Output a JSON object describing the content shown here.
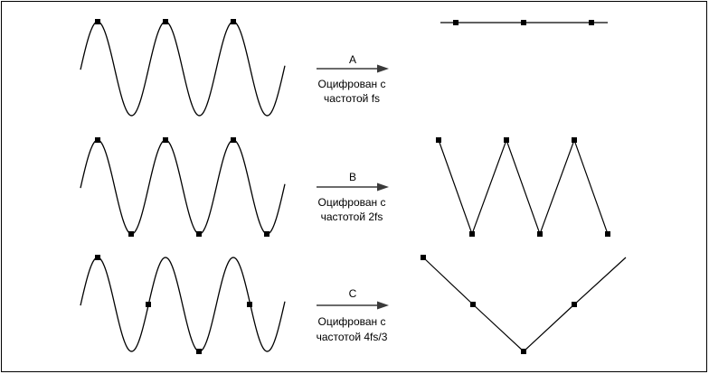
{
  "rows": [
    {
      "letter": "A",
      "line1": "Оцифрован с",
      "line2": "частотой fs"
    },
    {
      "letter": "B",
      "line1": "Оцифрован с",
      "line2": "частотой 2fs"
    },
    {
      "letter": "C",
      "line1": "Оцифрован с",
      "line2": "частотой 4fs/3"
    }
  ],
  "colors": {
    "ink": "#000000",
    "arrow": "#3a3a3a",
    "background": "#ffffff"
  }
}
